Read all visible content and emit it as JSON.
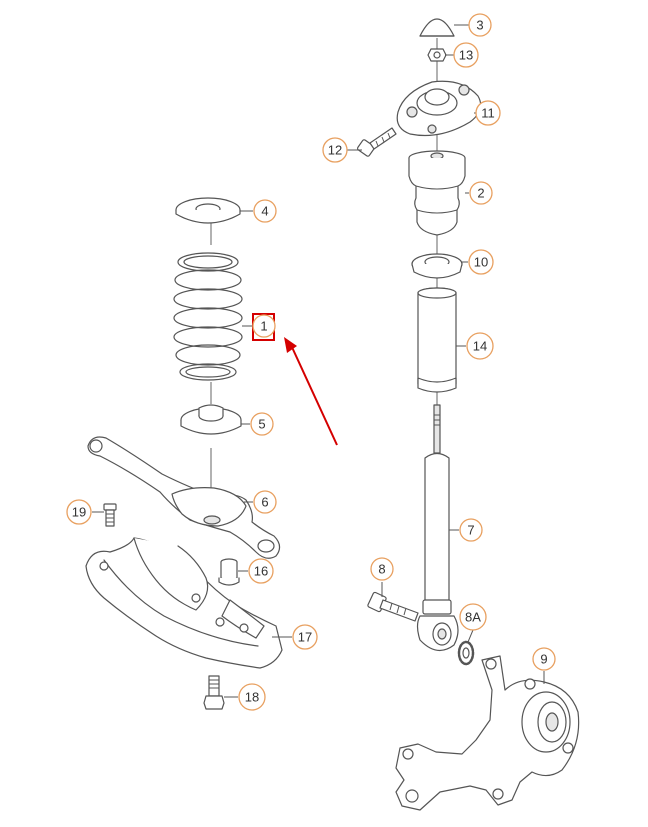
{
  "diagram": {
    "callouts": {
      "c1": "1",
      "c2": "2",
      "c3": "3",
      "c4": "4",
      "c5": "5",
      "c6": "6",
      "c7": "7",
      "c8": "8",
      "c8a": "8A",
      "c9": "9",
      "c10": "10",
      "c11": "11",
      "c12": "12",
      "c13": "13",
      "c14": "14",
      "c16": "16",
      "c17": "17",
      "c18": "18",
      "c19": "19"
    },
    "highlight_color": "#d40000",
    "callout_border_color": "#e8a060"
  }
}
